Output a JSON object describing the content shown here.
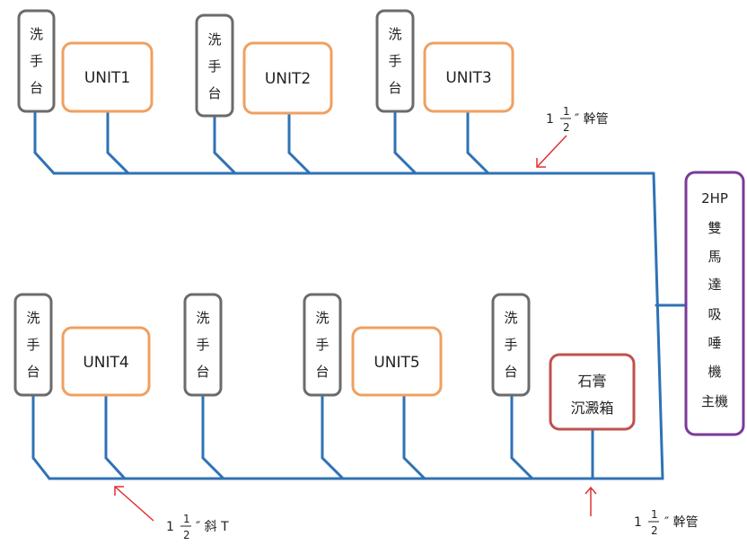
{
  "sinks": [
    {
      "chars": [
        "洗",
        "手",
        "台"
      ]
    },
    {
      "chars": [
        "洗",
        "手",
        "台"
      ]
    },
    {
      "chars": [
        "洗",
        "手",
        "台"
      ]
    },
    {
      "chars": [
        "洗",
        "手",
        "台"
      ]
    },
    {
      "chars": [
        "洗",
        "手",
        "台"
      ]
    },
    {
      "chars": [
        "洗",
        "手",
        "台"
      ]
    },
    {
      "chars": [
        "洗",
        "手",
        "台"
      ]
    }
  ],
  "units": [
    "UNIT1",
    "UNIT2",
    "UNIT3",
    "UNIT4",
    "UNIT5"
  ],
  "tank": {
    "line1": "石膏",
    "line2": "沉澱箱"
  },
  "machine": [
    "2HP",
    "雙",
    "馬",
    "達",
    "吸",
    "唾",
    "機",
    "主機"
  ],
  "labels": {
    "top_main": {
      "whole": "1",
      "num": "1",
      "den": "2",
      "suffix": "″ 幹管"
    },
    "bottom_tee": {
      "whole": "1",
      "num": "1",
      "den": "2",
      "suffix": "″ 斜 T"
    },
    "bottom_main": {
      "whole": "1",
      "num": "1",
      "den": "2",
      "suffix": "″ 幹管"
    }
  },
  "colors": {
    "pipe": "#2f72b5",
    "sink_border": "#6b6b6b",
    "unit_border": "#f0a060",
    "tank_border": "#c0504d",
    "machine_border": "#7a3a9a",
    "arrow": "#e03030"
  }
}
